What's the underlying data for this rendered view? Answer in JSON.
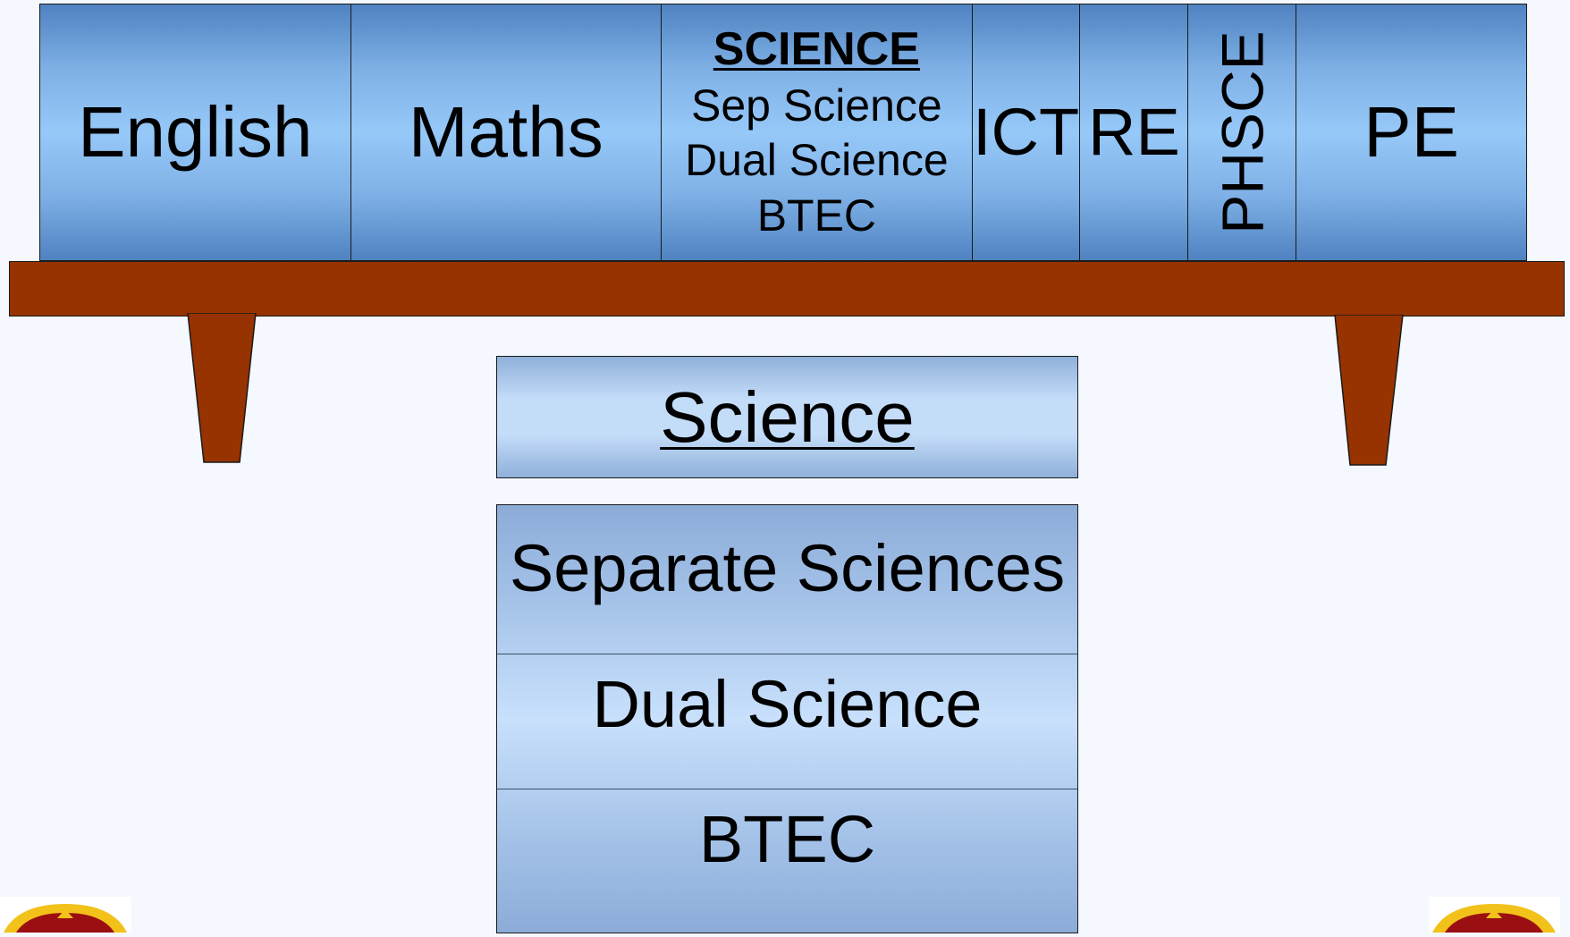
{
  "books": {
    "english": "English",
    "maths": "Maths",
    "science": {
      "heading": "SCIENCE",
      "line1": "Sep Science",
      "line2": "Dual Science",
      "line3": "BTEC"
    },
    "ict": "ICT",
    "re": "RE",
    "phsce": "PHSCE",
    "pe": "PE"
  },
  "panel": {
    "title": "Science",
    "courses": [
      "Separate Sciences",
      "Dual Science",
      "BTEC"
    ]
  },
  "colors": {
    "book_blue": "#4f82c0",
    "book_light": "#96c8f8",
    "shelf_brown": "#963301",
    "background": "#f5f8fe",
    "logo_red": "#9b0f12",
    "logo_gold": "#f2c21a"
  }
}
